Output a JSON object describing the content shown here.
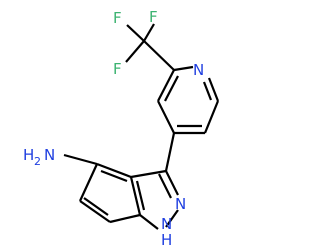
{
  "molecule": {
    "labels": {
      "f_top_left": "F",
      "f_top_right": "F",
      "f_left": "F",
      "pyridine_n": "N",
      "pyrazole_n": "N",
      "nh": "N",
      "nh_h": "H",
      "amine_h": "H",
      "amine_n": "N",
      "amine_sub2": "2"
    }
  },
  "colors": {
    "bond": "#000000",
    "fluorine": "#3cb371",
    "nitrogen": "#1f3fe0"
  }
}
